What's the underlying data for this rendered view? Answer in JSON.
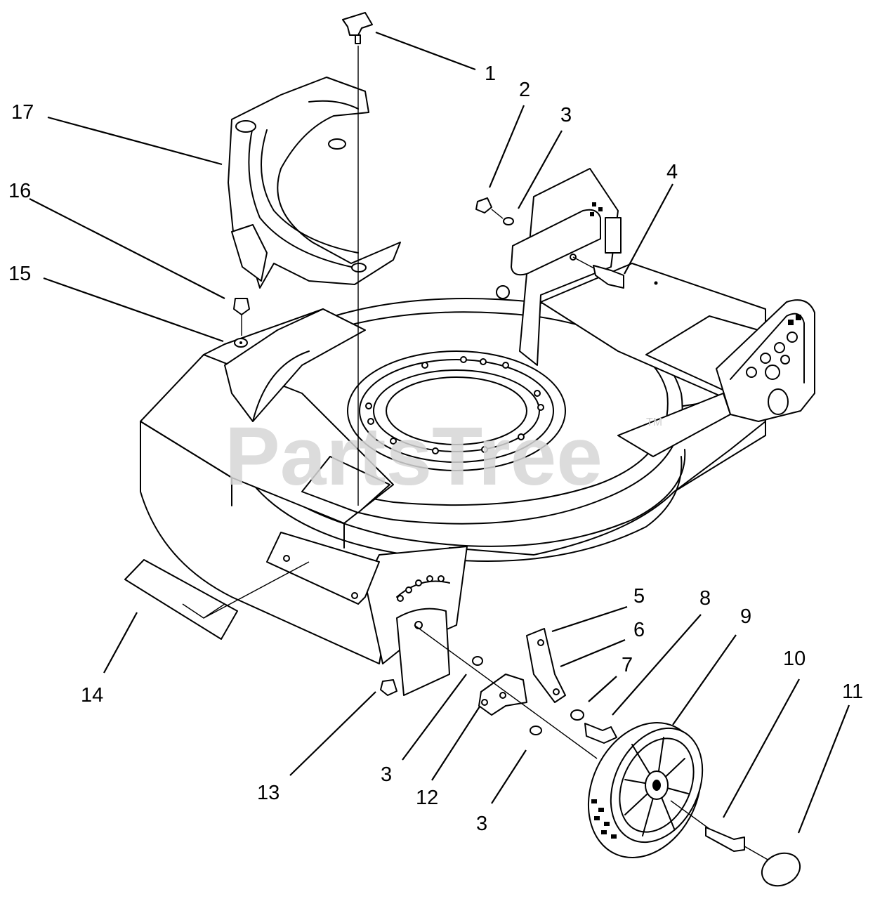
{
  "watermark": {
    "text": "PartsTree",
    "mark": "TM"
  },
  "callouts": [
    "1",
    "2",
    "3",
    "4",
    "5",
    "6",
    "7",
    "8",
    "9",
    "10",
    "11",
    "12",
    "13",
    "14",
    "15",
    "16",
    "17",
    "3",
    "3"
  ]
}
